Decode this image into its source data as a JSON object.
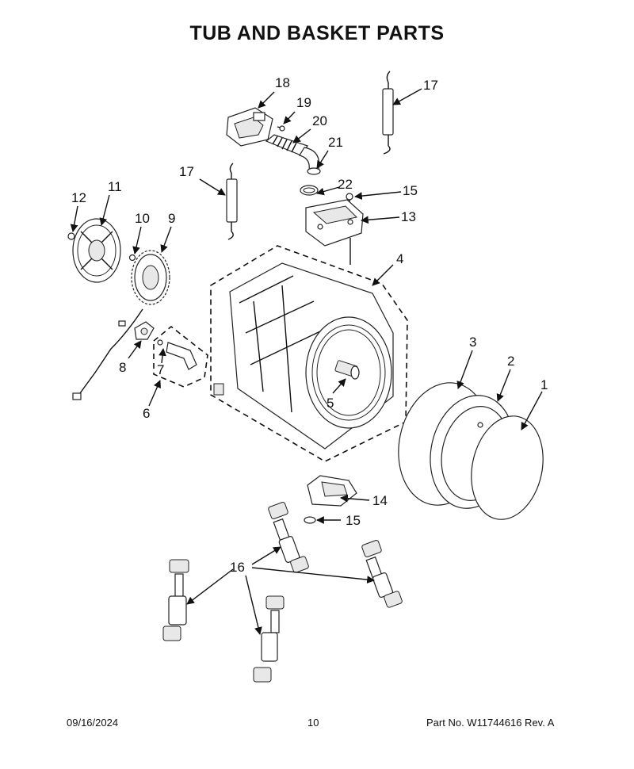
{
  "title": "TUB AND BASKET PARTS",
  "footer": {
    "date": "09/16/2024",
    "page": "10",
    "part_no": "Part No.  W11744616  Rev.  A"
  },
  "callouts": {
    "c1": "1",
    "c2": "2",
    "c3": "3",
    "c4": "4",
    "c5": "5",
    "c6": "6",
    "c7": "7",
    "c8": "8",
    "c9": "9",
    "c10": "10",
    "c11": "11",
    "c12": "12",
    "c13": "13",
    "c14": "14",
    "c15a": "15",
    "c15b": "15",
    "c16": "16",
    "c17a": "17",
    "c17b": "17",
    "c18": "18",
    "c19": "19",
    "c20": "20",
    "c21": "21",
    "c22": "22"
  }
}
